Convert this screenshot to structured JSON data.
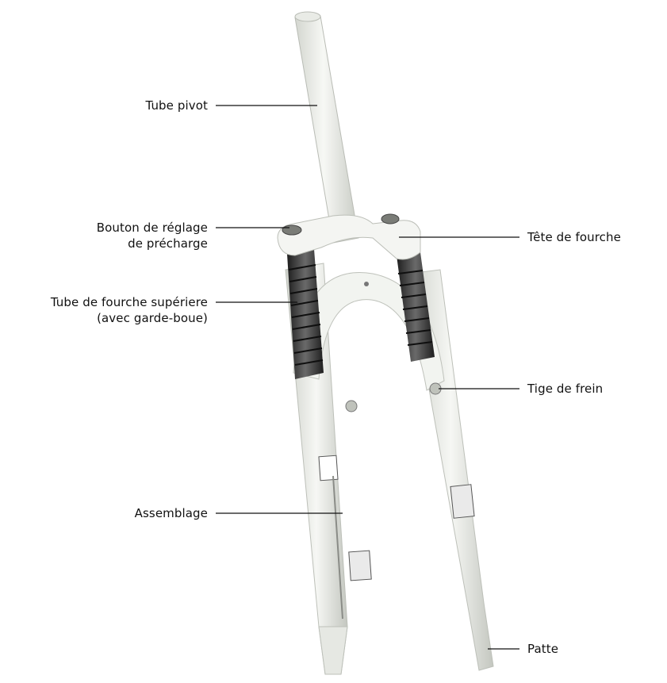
{
  "labels": {
    "tube_pivot": "Tube pivot",
    "bouton_line1": "Bouton de réglage",
    "bouton_line2": "de précharge",
    "tube_fourche_line1": "Tube de fourche supériere",
    "tube_fourche_line2": "(avec garde-boue)",
    "assemblage": "Assemblage",
    "tete_fourche": "Tête de fourche",
    "tige_frein": "Tige de frein",
    "patte": "Patte"
  },
  "colors": {
    "fork_body": "#f1f3ef",
    "fork_shadow": "#c9ccc5",
    "boot": "#3a3a3a",
    "leader_line": "#111111"
  }
}
